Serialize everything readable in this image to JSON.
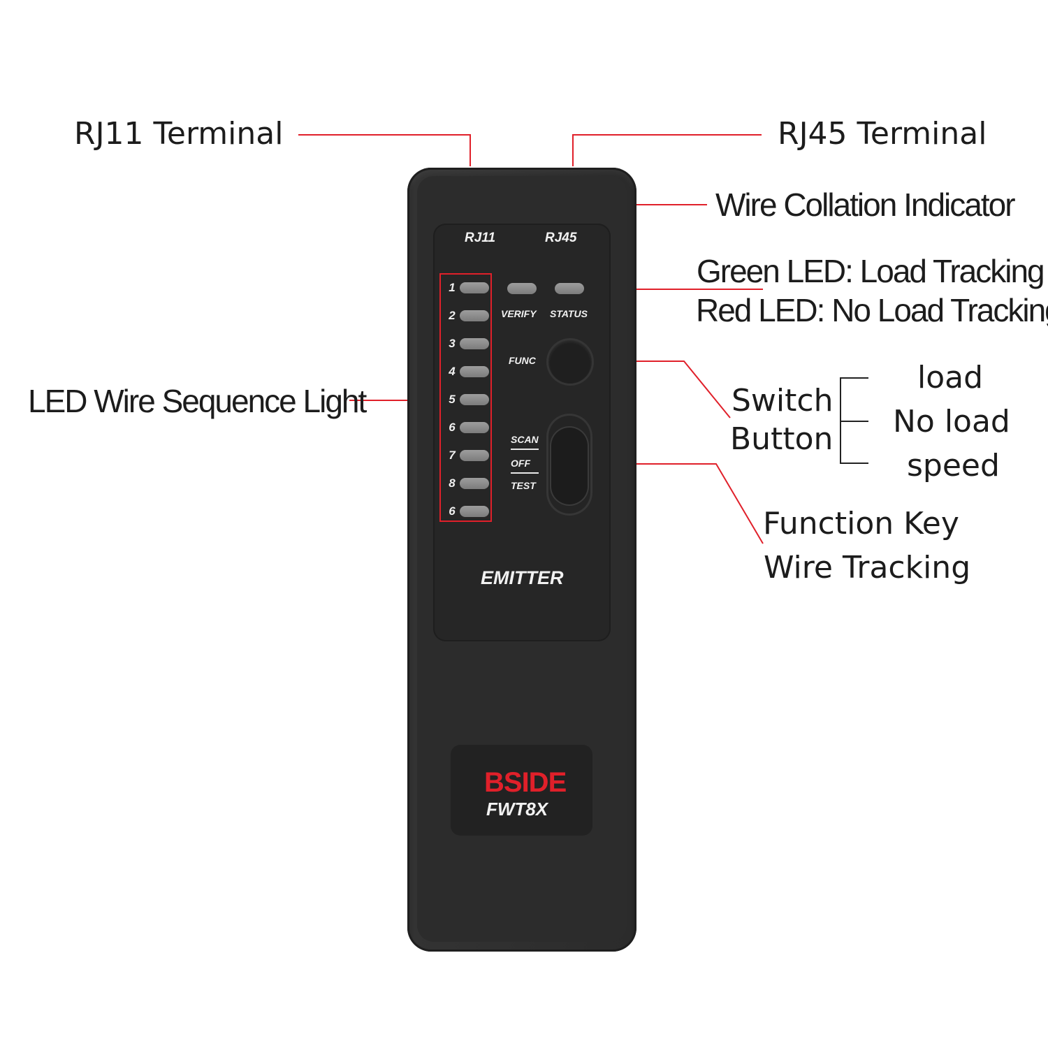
{
  "callouts": {
    "rj11_terminal": "RJ11 Terminal",
    "rj45_terminal": "RJ45 Terminal",
    "wire_collation": "Wire Collation Indicator",
    "green_led": "Green LED: Load Tracking",
    "red_led": "Red LED: No Load Tracking",
    "switch": "Switch",
    "button": "Button",
    "mode_load": "load",
    "mode_no_load": "No load",
    "mode_speed": "speed",
    "led_sequence": "LED Wire Sequence Light",
    "function_key": "Function Key",
    "wire_tracking": "Wire Tracking"
  },
  "device": {
    "port_rj11": "RJ11",
    "port_rj45": "RJ45",
    "verify": "VERIFY",
    "status": "STATUS",
    "func": "FUNC",
    "scan": "SCAN",
    "off": "OFF",
    "test": "TEST",
    "emitter": "EMITTER",
    "brand": "BSIDE",
    "model": "FWT8X",
    "led_numbers": [
      "1",
      "2",
      "3",
      "4",
      "5",
      "6",
      "7",
      "8",
      "6"
    ]
  },
  "colors": {
    "accent_red": "#e0202a",
    "device_body": "#2f2f2f",
    "led_off": "#8a8a8a"
  }
}
